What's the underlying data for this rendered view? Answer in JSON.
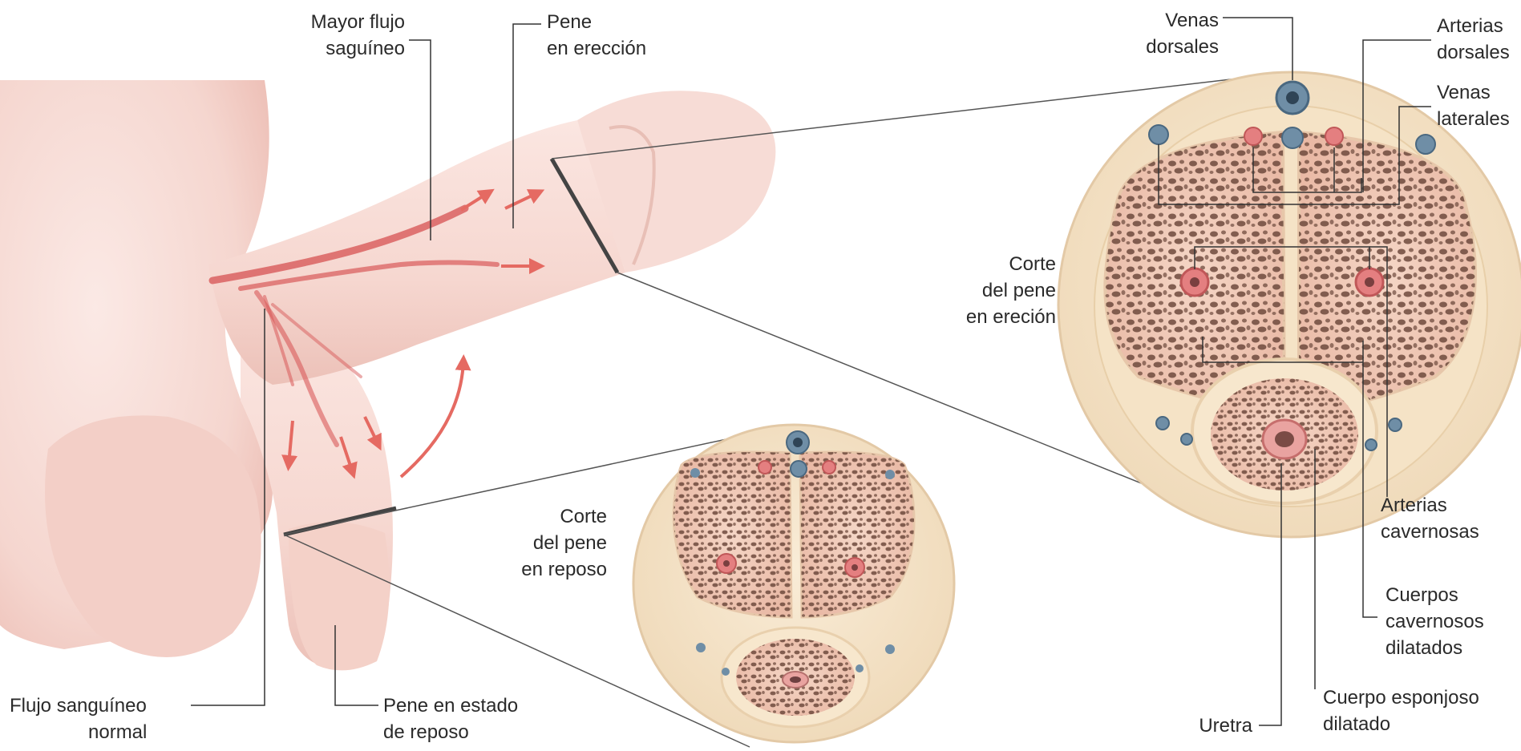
{
  "labels": {
    "mayor_flujo": [
      "Mayor flujo",
      "saguíneo"
    ],
    "pene_ereccion": [
      "Pene",
      "en erección"
    ],
    "venas_dorsales": [
      "Venas",
      "dorsales"
    ],
    "arterias_dorsales": [
      "Arterias",
      "dorsales"
    ],
    "venas_laterales": [
      "Venas",
      "laterales"
    ],
    "corte_erecion": [
      "Corte",
      "del pene",
      "en ereción"
    ],
    "corte_reposo": [
      "Corte",
      "del pene",
      "en reposo"
    ],
    "arterias_cavernosas": [
      "Arterias",
      "cavernosas"
    ],
    "cuerpos_cavernosos": [
      "Cuerpos",
      "cavernosos",
      "dilatados"
    ],
    "cuerpo_esponjoso": [
      "Cuerpo esponjoso",
      "dilatado"
    ],
    "uretra": [
      "Uretra"
    ],
    "flujo_normal": [
      "Flujo sanguíneo",
      "normal"
    ],
    "pene_reposo": [
      "Pene en estado",
      "de reposo"
    ]
  },
  "colors": {
    "skin": "#f6d9d3",
    "skin_shadow": "#ecbfb6",
    "tissue": "#f2e3c9",
    "tissue_edge": "#e0c49f",
    "sponge": "#efc9b8",
    "hole": "#6e4a3d",
    "artery": "#d85a5a",
    "vein": "#5c7f98",
    "leader": "#333333"
  }
}
